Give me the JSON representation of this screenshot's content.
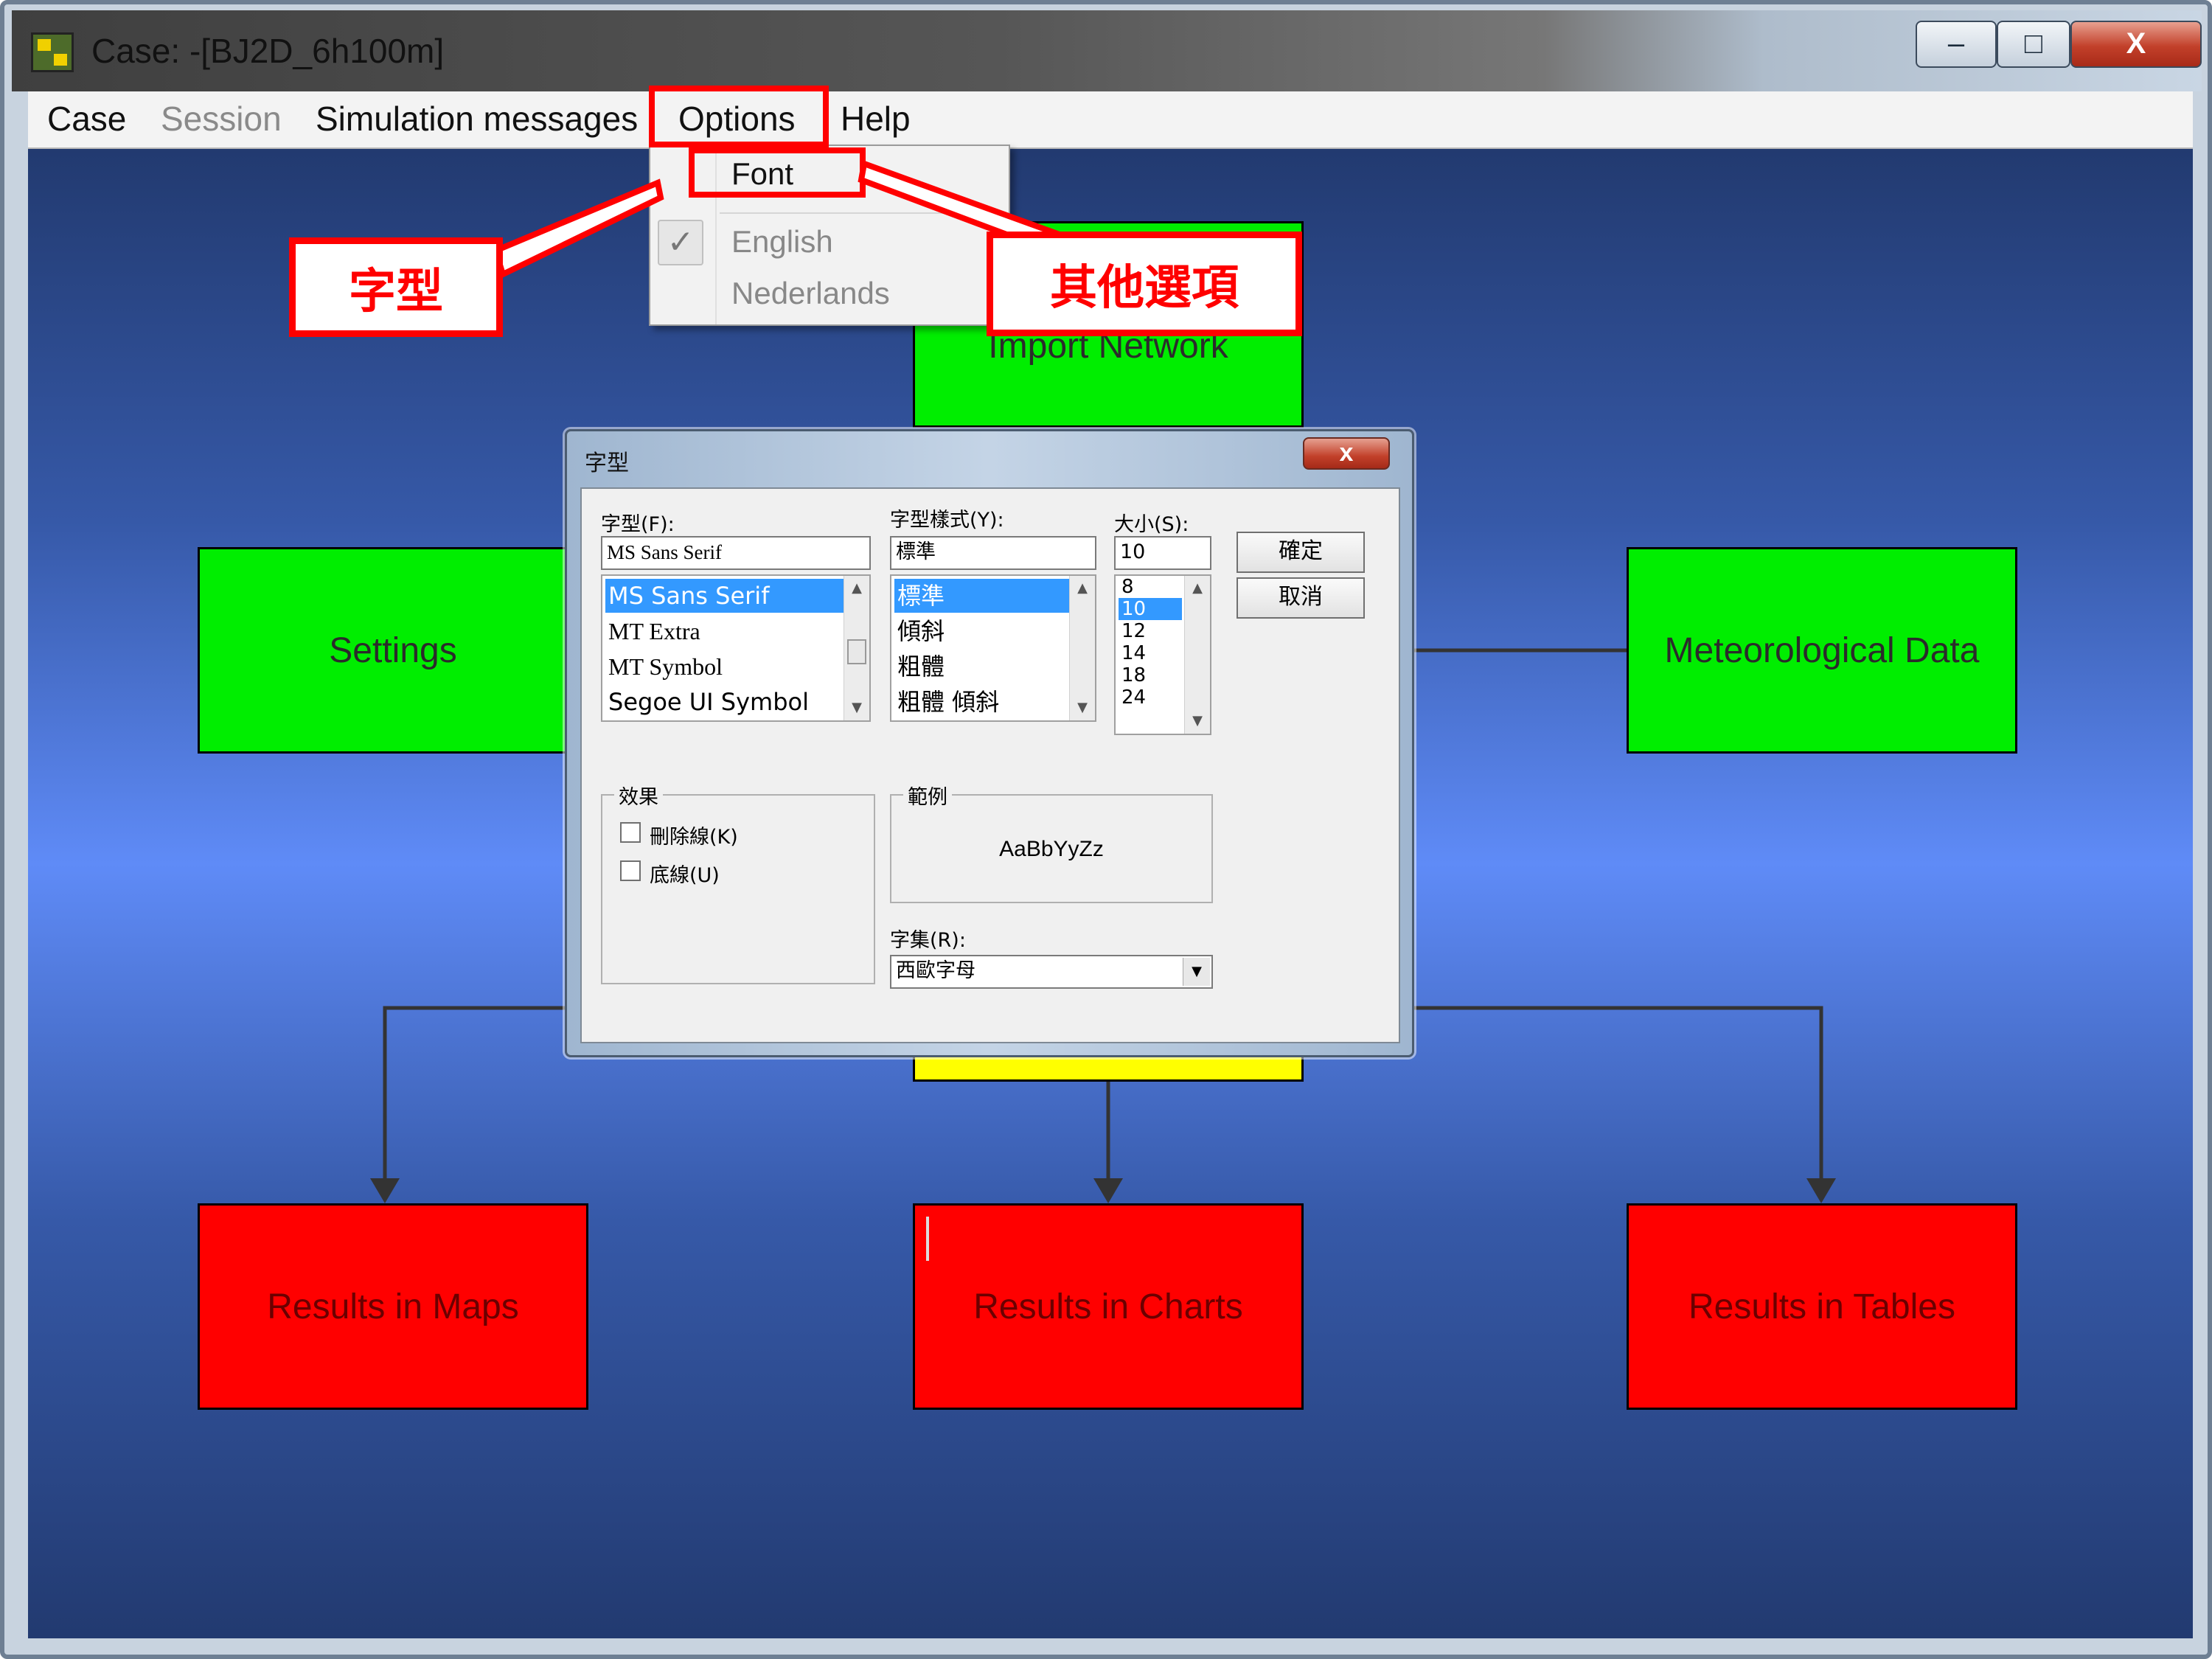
{
  "window": {
    "title": "Case: -[BJ2D_6h100m]",
    "controls": {
      "minimize": "–",
      "maximize": "□",
      "close": "X"
    }
  },
  "menubar": {
    "case": "Case",
    "session": "Session",
    "simulation_messages": "Simulation messages",
    "options": "Options",
    "help": "Help"
  },
  "options_menu": {
    "font": "Font",
    "english": "English",
    "nederlands": "Nederlands",
    "check_mark": "✓"
  },
  "nodes": {
    "import_network": "Import Network",
    "settings": "Settings",
    "meteorological_data": "Meteorological Data",
    "results_maps": "Results in Maps",
    "results_charts": "Results in Charts",
    "results_tables": "Results in Tables"
  },
  "callouts": {
    "font": "字型",
    "other_options": "其他選項"
  },
  "font_dialog": {
    "title": "字型",
    "close": "x",
    "font_label": "字型(F):",
    "font_value": "MS Sans Serif",
    "fonts": [
      "MS Sans Serif",
      "MT Extra",
      "MT Symbol",
      "Segoe UI Symbol"
    ],
    "style_label": "字型樣式(Y):",
    "style_value": "標準",
    "styles": [
      "標準",
      "傾斜",
      "粗體",
      "粗體 傾斜"
    ],
    "size_label": "大小(S):",
    "size_value": "10",
    "sizes": [
      "8",
      "10",
      "12",
      "14",
      "18",
      "24"
    ],
    "ok": "確定",
    "cancel": "取消",
    "effects_label": "效果",
    "strikeout": "刪除線(K)",
    "underline": "底線(U)",
    "sample_label": "範例",
    "sample_text": "AaBbYyZz",
    "script_label": "字集(R):",
    "script_value": "西歐字母"
  },
  "colors": {
    "node_green": "#00ee00",
    "node_red": "#ff0000",
    "node_yellow": "#ffff00",
    "highlight": "#ff0000",
    "selection": "#3399ff"
  }
}
